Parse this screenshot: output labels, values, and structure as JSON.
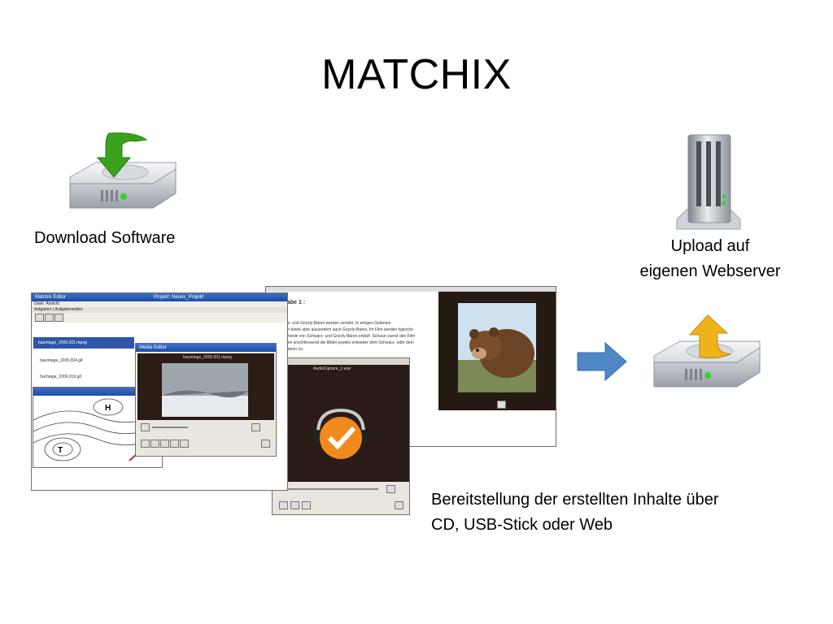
{
  "slide": {
    "title": "MATCHIX",
    "download_label": "Download Software",
    "upload_label_line1": "Upload auf",
    "upload_label_line2": "eigenen Webserver",
    "bereit_line1": "Bereitstellung der erstellten Inhalte über",
    "bereit_line2": "CD, USB-Stick oder Web"
  },
  "icons": {
    "download": "download-drive-icon",
    "server": "server-tower-icon",
    "upload": "upload-drive-icon",
    "arrow": "right-arrow-icon"
  },
  "colors": {
    "download_arrow": "#3aa21c",
    "upload_arrow": "#f0b31a",
    "flow_arrow": "#4f86c6",
    "led": "#38d038"
  },
  "screens": {
    "main_title": "Matchix Editor",
    "main_project": "Projekt: Neues_Projekt",
    "main_tabs": [
      "Aufgaben",
      "Aufgabeneditor"
    ],
    "files": [
      "baumtage_2005.001.mpeg",
      "baumtage_2005.004.gif",
      "hochtage_2006.019.gif"
    ],
    "media_editor_title": "Media Editor",
    "media_file": "baumtage_2005.001.mpeg",
    "doc_heading": "Aufgabe 1 :",
    "doc_subheading": "ren",
    "doc_lines": [
      "Schwarz- und Grizzly-Bären werden verlinkt. In einigen Gebieten",
      "kommen beide aber ausserdem auch Grizzly-Bären. Im Film werden typische",
      "Unterschiede von Schwarz- und Grizzly-Bären erklärt. Schaue zuerst den Film",
      "an. Ordne anschliessend die Bilder jeweils entweder dem Schwarz- oder dem",
      "Grizzlybären zu."
    ],
    "audio_file": "AudioCapture_1.wav"
  }
}
